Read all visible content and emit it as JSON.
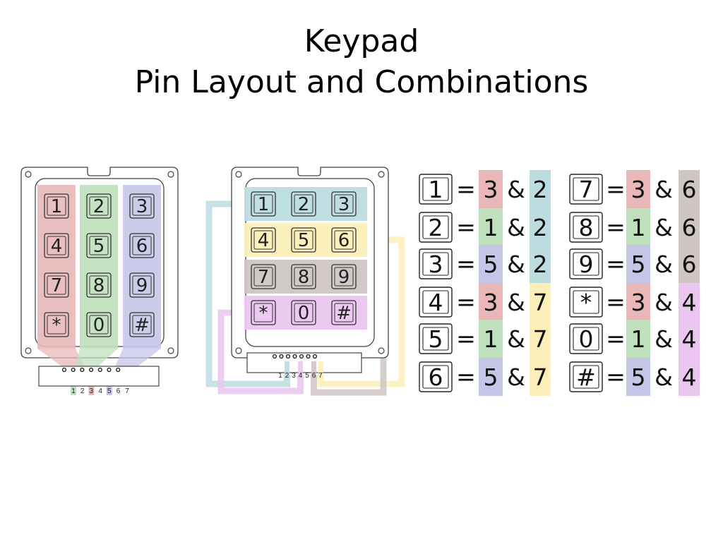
{
  "title": {
    "line1": "Keypad",
    "line2": "Pin Layout and Combinations"
  },
  "colors": {
    "col1": "#e8b8b8",
    "col2": "#bfe0bd",
    "col3": "#c5c5e8",
    "row1": "#bcdce0",
    "row2": "#fbeeb8",
    "row3": "#cfc6c4",
    "row4": "#eac6f0"
  },
  "keypad_keys": [
    "1",
    "2",
    "3",
    "4",
    "5",
    "6",
    "7",
    "8",
    "9",
    "*",
    "0",
    "#"
  ],
  "pins": [
    "1",
    "2",
    "3",
    "4",
    "5",
    "6",
    "7"
  ],
  "symbols": {
    "equals": "=",
    "and": "&"
  },
  "combinations": [
    {
      "key": "1",
      "a": "3",
      "b": "2"
    },
    {
      "key": "2",
      "a": "1",
      "b": "2"
    },
    {
      "key": "3",
      "a": "5",
      "b": "2"
    },
    {
      "key": "4",
      "a": "3",
      "b": "7"
    },
    {
      "key": "5",
      "a": "1",
      "b": "7"
    },
    {
      "key": "6",
      "a": "5",
      "b": "7"
    },
    {
      "key": "7",
      "a": "3",
      "b": "6"
    },
    {
      "key": "8",
      "a": "1",
      "b": "6"
    },
    {
      "key": "9",
      "a": "5",
      "b": "6"
    },
    {
      "key": "*",
      "a": "3",
      "b": "4"
    },
    {
      "key": "0",
      "a": "1",
      "b": "4"
    },
    {
      "key": "#",
      "a": "5",
      "b": "4"
    }
  ]
}
